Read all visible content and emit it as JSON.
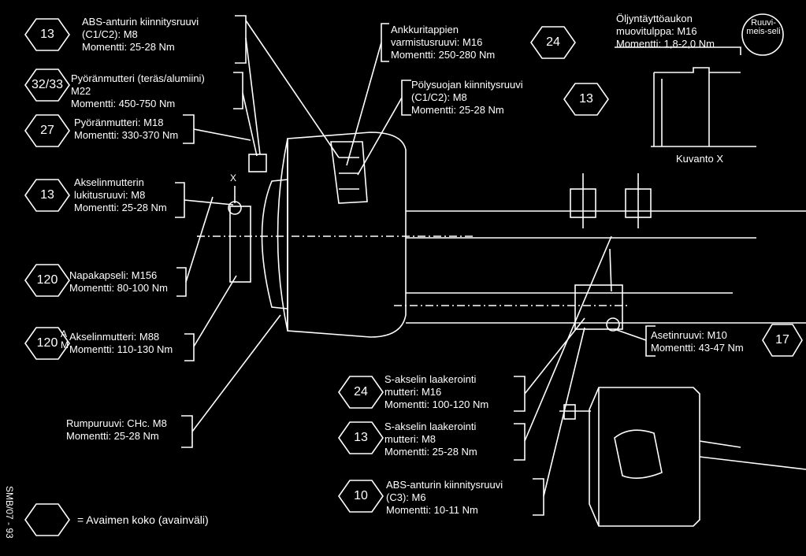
{
  "callouts": [
    {
      "key": "c13a",
      "size": "13",
      "lines": [
        "ABS-anturin kiinnitysruuvi",
        "(C1/C2): M8",
        "Momentti: 25-28 Nm"
      ]
    },
    {
      "key": "c32",
      "size": "32/33",
      "lines": [
        "Pyöränmutteri (teräs/alumiini)",
        "M22",
        "Momentti: 450-750 Nm"
      ]
    },
    {
      "key": "c27",
      "size": "27",
      "lines": [
        "Pyöränmutteri: M18",
        "Momentti: 330-370 Nm"
      ]
    },
    {
      "key": "c13b",
      "size": "13",
      "lines": [
        "Akselinmutterin",
        "lukitusruuvi: M8",
        "Momentti: 25-28 Nm"
      ]
    },
    {
      "key": "c120a",
      "size": "120",
      "lines": [
        "Napakapseli: M156",
        "Momentti: 80-100 Nm"
      ]
    },
    {
      "key": "c120b",
      "size": "120",
      "prefix": "A",
      "lines": [
        "Akselinmutteri: M88",
        "Momentti: 110-130 Nm"
      ]
    },
    {
      "key": "c24a",
      "size": "24",
      "lines": [
        "Ankkuritappien",
        "varmistusruuvi: M16",
        "Momentti: 250-280 Nm"
      ]
    },
    {
      "key": "c13c",
      "size": "13",
      "lines": [
        "Pölysuojan kiinnitysruuvi",
        "(C1/C2): M8",
        "Momentti: 25-28 Nm"
      ]
    },
    {
      "key": "cx",
      "size": "",
      "lines": [
        "Öljyntäyttöaukon",
        "muovitulppa: M16",
        "Momentti: 1,8-2,0 Nm"
      ]
    },
    {
      "key": "c17",
      "size": "17",
      "lines": [
        "Asetinruuvi: M10",
        "Momentti: 43-47 Nm"
      ]
    },
    {
      "key": "c24b",
      "size": "24",
      "lines": [
        "S-akselin laakerointi",
        "mutteri: M16",
        "Momentti: 100-120 Nm"
      ]
    },
    {
      "key": "c13d",
      "size": "13",
      "lines": [
        "S-akselin laakerointi",
        "mutteri: M8",
        "Momentti: 25-28 Nm"
      ]
    },
    {
      "key": "c10",
      "size": "10",
      "lines": [
        "ABS-anturin kiinnitysruuvi",
        "(C3): M6",
        "Momentti: 10-11 Nm"
      ]
    },
    {
      "key": "crum",
      "size": "",
      "lines": [
        "Rumpuruuvi: CHc. M8",
        "Momentti: 25-28 Nm"
      ]
    }
  ],
  "legend": {
    "text": "= Avaimen koko (avainväli)"
  },
  "view_label": "Kuvanto X",
  "screwdriver_badge": "Ruuvi-meis-seli",
  "side_code": "SMB/07 - 93",
  "marker_x": "X",
  "marker_m": "M",
  "colors": {
    "background": "#000000",
    "ink": "#ffffff"
  }
}
